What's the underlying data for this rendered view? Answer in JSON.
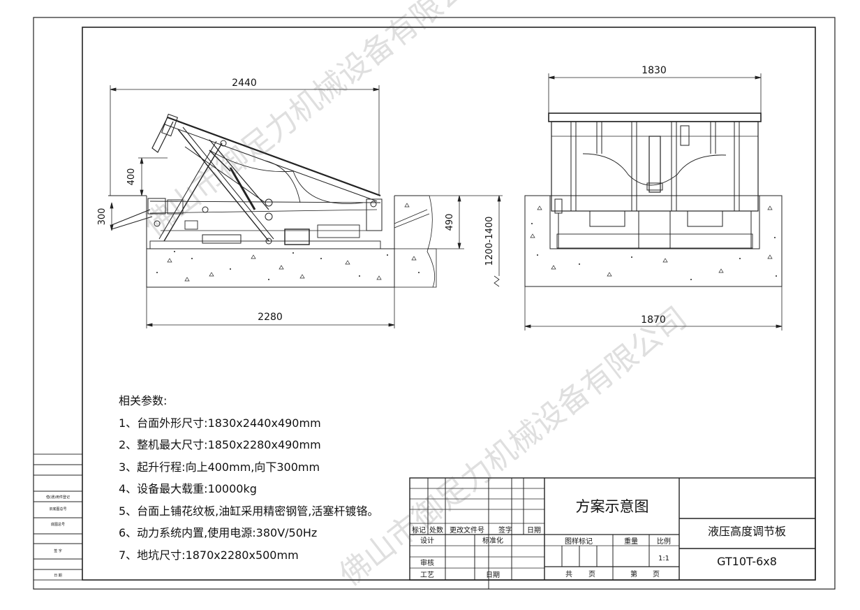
{
  "drawing": {
    "side_view": {
      "dims": {
        "top_length": "2440",
        "lift_up": "400",
        "lower_down": "300",
        "platform_height": "490",
        "pit_depth": "1200-1400",
        "base_length": "2280"
      }
    },
    "front_view": {
      "dims": {
        "top_width": "1830",
        "base_width": "1870"
      }
    }
  },
  "parameters": {
    "heading": "相关参数:",
    "items": [
      "1、台面外形尺寸:1830x2440x490mm",
      "2、整机最大尺寸:1850x2280x490mm",
      "3、起升行程:向上400mm,向下300mm",
      "4、设备最大载重:10000kg",
      "5、台面上铺花纹板,油缸采用精密钢管,活塞杆镀铬。",
      "6、动力系统内置,使用电源:380V/50Hz",
      "7、地坑尺寸:1870x2280x500mm"
    ]
  },
  "title_block": {
    "drawing_title": "方案示意图",
    "product_name": "液压高度调节板",
    "model": "GT10T-6x8",
    "scale": "1:1",
    "headers": [
      "标记",
      "处数",
      "更改文件号",
      "签字",
      "日期"
    ],
    "design": "设计",
    "standardize": "标准化",
    "review": "审核",
    "process": "工艺",
    "date": "日期",
    "drawing_mark": "图样标记",
    "weight": "重量",
    "ratio": "比例",
    "total": "共",
    "sheet_word": "页",
    "number": "第"
  },
  "left_strip": {
    "labels": [
      "借(通)用件登记",
      "旧底图总号",
      "底图总号",
      "签 字",
      "日 期"
    ]
  },
  "watermark": {
    "text": "佛山市御足力机械设备有限公司"
  }
}
